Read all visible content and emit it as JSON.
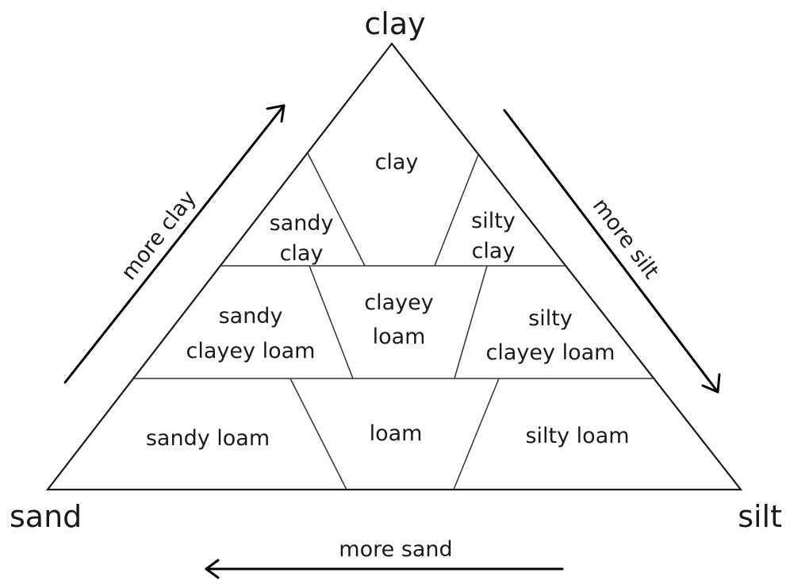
{
  "diagram": {
    "corners": {
      "top": "clay",
      "left": "sand",
      "right": "silt"
    },
    "regions": {
      "clay": [
        "clay"
      ],
      "sandy_clay": [
        "sandy",
        "clay"
      ],
      "silty_clay": [
        "silty",
        "clay"
      ],
      "sandy_clayey_loam": [
        "sandy",
        "clayey loam"
      ],
      "clayey_loam": [
        "clayey",
        "loam"
      ],
      "silty_clayey_loam": [
        "silty",
        "clayey loam"
      ],
      "sandy_loam": [
        "sandy loam"
      ],
      "loam": [
        "loam"
      ],
      "silty_loam": [
        "silty loam"
      ]
    },
    "arrows": {
      "clay": "more clay",
      "silt": "more silt",
      "sand": "more sand"
    },
    "colors": {
      "line": "#1a1a1a",
      "text": "#1a1a1a",
      "background": "#ffffff"
    }
  }
}
